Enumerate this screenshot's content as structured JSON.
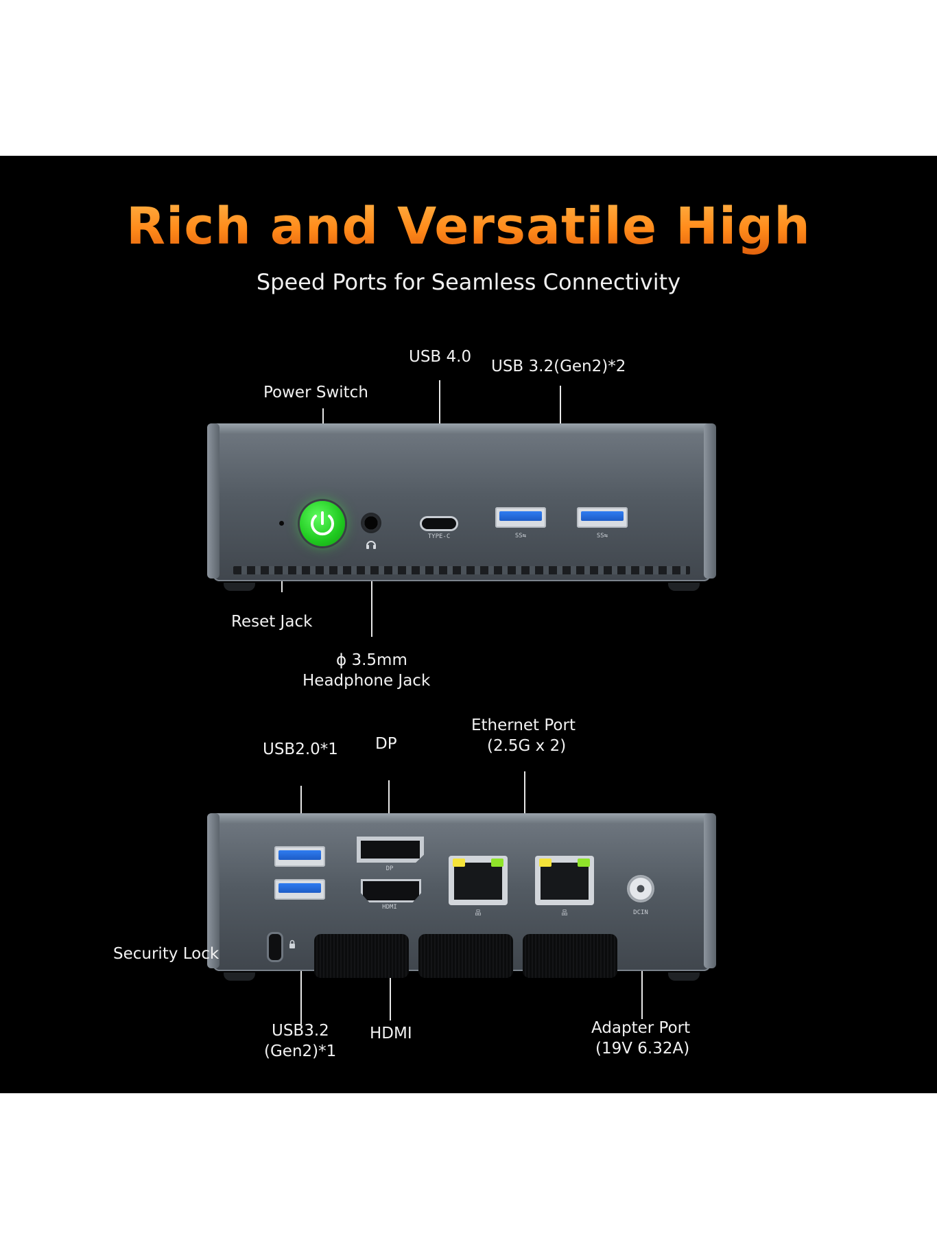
{
  "headline": "Rich and Versatile High",
  "subheadline": "Speed Ports for Seamless Connectivity",
  "front_panel": {
    "labels": {
      "usb4": "USB 4.0",
      "usb32_x2": "USB 3.2(Gen2)*2",
      "power_switch": "Power Switch",
      "reset_jack": "Reset Jack",
      "headphone_line1": "ϕ 3.5mm",
      "headphone_line2": "Headphone Jack"
    },
    "port_marks": {
      "typec": "TYPE-C",
      "usb_a_1": "SS⇆",
      "usb_a_2": "SS⇆"
    }
  },
  "rear_panel": {
    "labels": {
      "usb20": "USB2.0*1",
      "dp": "DP",
      "ethernet_line1": "Ethernet Port",
      "ethernet_line2": "(2.5G x 2)",
      "security_lock": "Security Lock",
      "usb32_line1": "USB3.2",
      "usb32_line2": "(Gen2)*1",
      "hdmi": "HDMI",
      "adapter_line1": "Adapter Port",
      "adapter_line2": "(19V 6.32A)"
    },
    "port_marks": {
      "dp": "DP",
      "hdmi": "HDMI",
      "lan_1": "品",
      "lan_2": "品",
      "dc": "DCIN"
    }
  },
  "colors": {
    "background": "#000000",
    "headline_orange": "#ff9a1f",
    "power_green": "#1fc91f",
    "usb_blue": "#1d5cc7",
    "lan_led_yellow": "#f5e33a",
    "lan_led_green": "#8fe32a"
  }
}
